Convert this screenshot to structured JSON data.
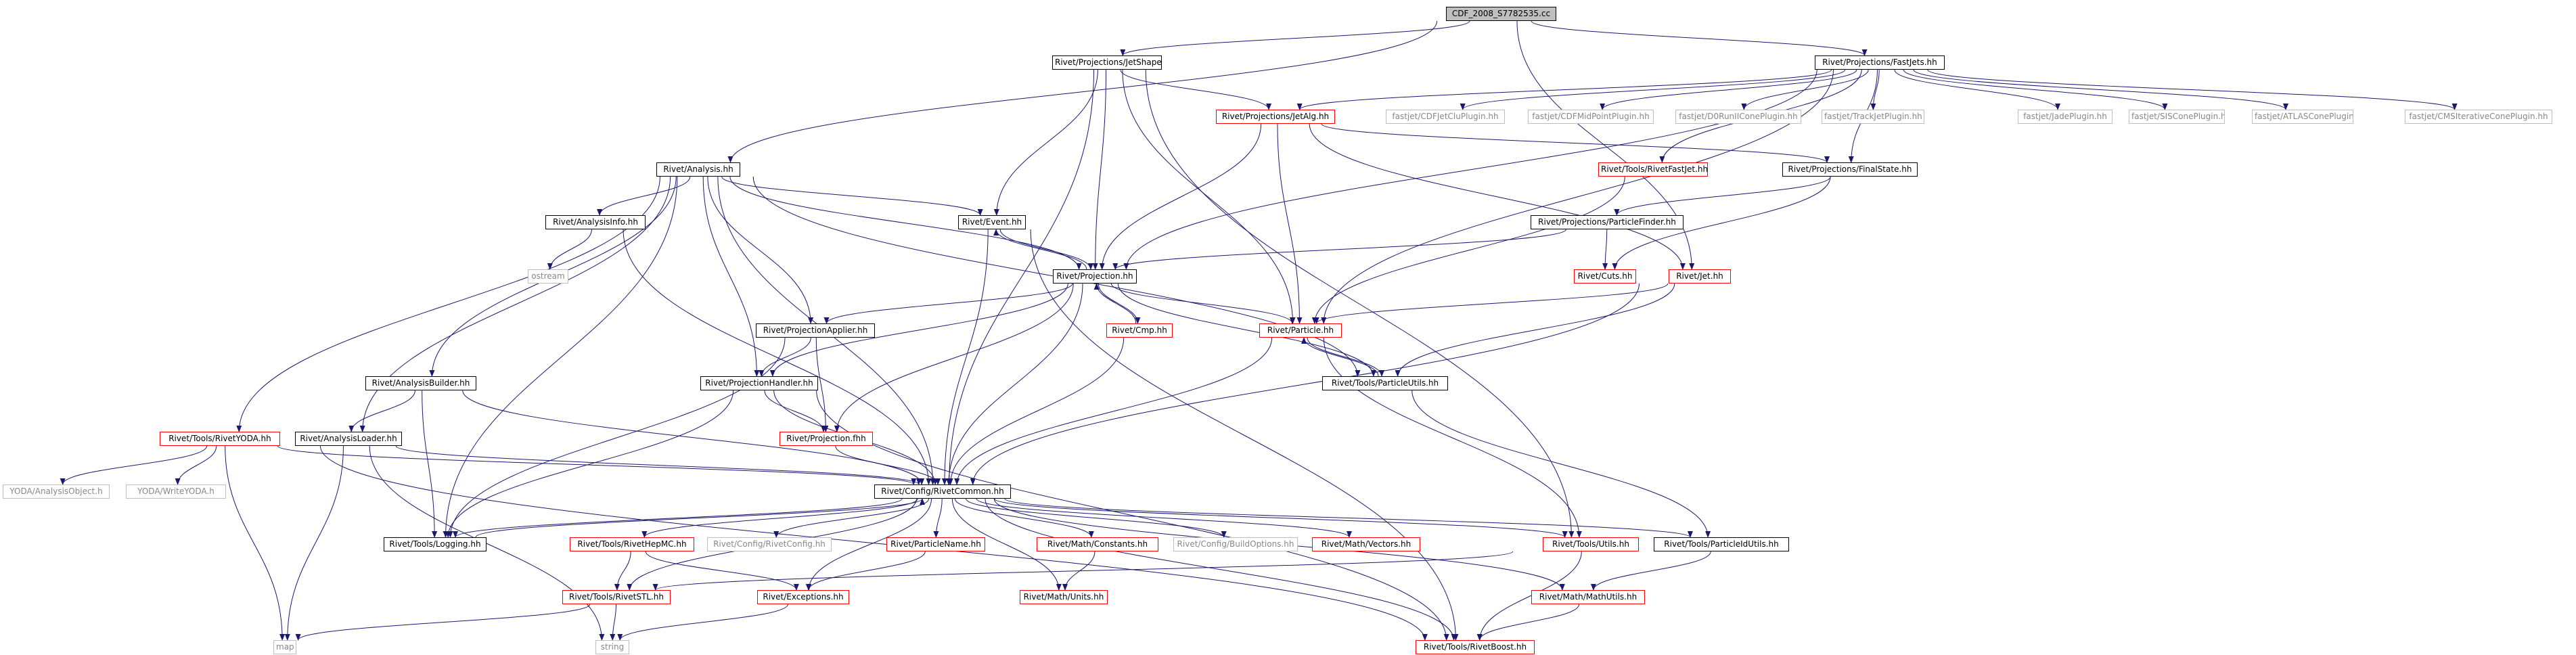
{
  "graph": {
    "edge_color": "#191970",
    "node_border_colors": {
      "normal": "#000000",
      "red": "#ff0000",
      "ext": "#bfbfbf"
    },
    "root_fill": "#bfbfbf",
    "nodes": {
      "root": {
        "label": "CDF_2008_S7782535.cc",
        "style": "root"
      },
      "jetshape": {
        "label": "Rivet/Projections/JetShape.hh",
        "style": "normal"
      },
      "fastjets": {
        "label": "Rivet/Projections/FastJets.hh",
        "style": "normal"
      },
      "jetalg": {
        "label": "Rivet/Projections/JetAlg.hh",
        "style": "red"
      },
      "cdfjetclu": {
        "label": "fastjet/CDFJetCluPlugin.hh",
        "style": "ext"
      },
      "cdfmidpoint": {
        "label": "fastjet/CDFMidPointPlugin.hh",
        "style": "ext"
      },
      "d0run2": {
        "label": "fastjet/D0RunIIConePlugin.hh",
        "style": "ext"
      },
      "trackjet": {
        "label": "fastjet/TrackJetPlugin.hh",
        "style": "ext"
      },
      "jade": {
        "label": "fastjet/JadePlugin.hh",
        "style": "ext"
      },
      "siscone": {
        "label": "fastjet/SISConePlugin.hh",
        "style": "ext"
      },
      "atlascone": {
        "label": "fastjet/ATLASConePlugin.hh",
        "style": "ext"
      },
      "cmsiter": {
        "label": "fastjet/CMSIterativeConePlugin.hh",
        "style": "ext"
      },
      "analysis": {
        "label": "Rivet/Analysis.hh",
        "style": "normal"
      },
      "rivetfastjet": {
        "label": "Rivet/Tools/RivetFastJet.hh",
        "style": "red"
      },
      "finalstate": {
        "label": "Rivet/Projections/FinalState.hh",
        "style": "normal"
      },
      "analysisinfo": {
        "label": "Rivet/AnalysisInfo.hh",
        "style": "normal"
      },
      "event": {
        "label": "Rivet/Event.hh",
        "style": "normal"
      },
      "particlefinder": {
        "label": "Rivet/Projections/ParticleFinder.hh",
        "style": "normal"
      },
      "ostream": {
        "label": "ostream",
        "style": "ext"
      },
      "projection": {
        "label": "Rivet/Projection.hh",
        "style": "normal"
      },
      "cuts": {
        "label": "Rivet/Cuts.hh",
        "style": "red"
      },
      "jet": {
        "label": "Rivet/Jet.hh",
        "style": "red"
      },
      "projapplier": {
        "label": "Rivet/ProjectionApplier.hh",
        "style": "normal"
      },
      "cmp": {
        "label": "Rivet/Cmp.hh",
        "style": "red"
      },
      "particle": {
        "label": "Rivet/Particle.hh",
        "style": "red"
      },
      "analysisbuilder": {
        "label": "Rivet/AnalysisBuilder.hh",
        "style": "normal"
      },
      "projhandler": {
        "label": "Rivet/ProjectionHandler.hh",
        "style": "normal"
      },
      "particleutils": {
        "label": "Rivet/Tools/ParticleUtils.hh",
        "style": "normal"
      },
      "rivetyoda": {
        "label": "Rivet/Tools/RivetYODA.hh",
        "style": "red"
      },
      "analysisloader": {
        "label": "Rivet/AnalysisLoader.hh",
        "style": "normal"
      },
      "projfhh": {
        "label": "Rivet/Projection.fhh",
        "style": "red"
      },
      "yodaobj": {
        "label": "YODA/AnalysisObject.h",
        "style": "ext"
      },
      "yodawrite": {
        "label": "YODA/WriteYODA.h",
        "style": "ext"
      },
      "rivetcommon": {
        "label": "Rivet/Config/RivetCommon.hh",
        "style": "normal"
      },
      "logging": {
        "label": "Rivet/Tools/Logging.hh",
        "style": "normal"
      },
      "rivethepmc": {
        "label": "Rivet/Tools/RivetHepMC.hh",
        "style": "red"
      },
      "rivetconfig": {
        "label": "Rivet/Config/RivetConfig.hh",
        "style": "ext"
      },
      "particlename": {
        "label": "Rivet/ParticleName.hh",
        "style": "red"
      },
      "mathconst": {
        "label": "Rivet/Math/Constants.hh",
        "style": "red"
      },
      "buildopts": {
        "label": "Rivet/Config/BuildOptions.hh",
        "style": "ext"
      },
      "mathvectors": {
        "label": "Rivet/Math/Vectors.hh",
        "style": "red"
      },
      "utils": {
        "label": "Rivet/Tools/Utils.hh",
        "style": "red"
      },
      "particleidutils": {
        "label": "Rivet/Tools/ParticleIdUtils.hh",
        "style": "normal"
      },
      "rivetstl": {
        "label": "Rivet/Tools/RivetSTL.hh",
        "style": "red"
      },
      "exceptions": {
        "label": "Rivet/Exceptions.hh",
        "style": "red"
      },
      "mathunits": {
        "label": "Rivet/Math/Units.hh",
        "style": "red"
      },
      "mathutils": {
        "label": "Rivet/Math/MathUtils.hh",
        "style": "red"
      },
      "map": {
        "label": "map",
        "style": "ext"
      },
      "string": {
        "label": "string",
        "style": "ext"
      },
      "rivetboost": {
        "label": "Rivet/Tools/RivetBoost.hh",
        "style": "red"
      }
    },
    "edges": [
      [
        "root",
        "jetshape"
      ],
      [
        "root",
        "fastjets"
      ],
      [
        "root",
        "analysis"
      ],
      [
        "root",
        "jet"
      ],
      [
        "jetshape",
        "jetalg"
      ],
      [
        "jetshape",
        "event"
      ],
      [
        "jetshape",
        "projection"
      ],
      [
        "jetshape",
        "particle"
      ],
      [
        "jetshape",
        "rivetcommon"
      ],
      [
        "jetshape",
        "utils"
      ],
      [
        "fastjets",
        "jetalg"
      ],
      [
        "fastjets",
        "cdfjetclu"
      ],
      [
        "fastjets",
        "cdfmidpoint"
      ],
      [
        "fastjets",
        "d0run2"
      ],
      [
        "fastjets",
        "trackjet"
      ],
      [
        "fastjets",
        "jade"
      ],
      [
        "fastjets",
        "siscone"
      ],
      [
        "fastjets",
        "atlascone"
      ],
      [
        "fastjets",
        "cmsiter"
      ],
      [
        "fastjets",
        "rivetfastjet"
      ],
      [
        "fastjets",
        "finalstate"
      ],
      [
        "fastjets",
        "projection"
      ],
      [
        "fastjets",
        "particle"
      ],
      [
        "jetalg",
        "finalstate"
      ],
      [
        "jetalg",
        "projection"
      ],
      [
        "jetalg",
        "particle"
      ],
      [
        "jetalg",
        "jet"
      ],
      [
        "analysis",
        "analysisinfo"
      ],
      [
        "analysis",
        "event"
      ],
      [
        "analysis",
        "projection"
      ],
      [
        "analysis",
        "projapplier"
      ],
      [
        "analysis",
        "projhandler"
      ],
      [
        "analysis",
        "analysisbuilder"
      ],
      [
        "analysis",
        "analysisloader"
      ],
      [
        "analysis",
        "rivetyoda"
      ],
      [
        "analysis",
        "rivetcommon"
      ],
      [
        "analysis",
        "logging"
      ],
      [
        "analysis",
        "particleutils"
      ],
      [
        "analysisinfo",
        "ostream"
      ],
      [
        "analysisinfo",
        "rivetcommon"
      ],
      [
        "event",
        "projection"
      ],
      [
        "event",
        "rivetcommon"
      ],
      [
        "event",
        "rivetboost"
      ],
      [
        "finalstate",
        "particlefinder"
      ],
      [
        "finalstate",
        "cuts"
      ],
      [
        "particlefinder",
        "projection"
      ],
      [
        "particlefinder",
        "cuts"
      ],
      [
        "projection",
        "event"
      ],
      [
        "projection",
        "projapplier"
      ],
      [
        "projection",
        "cmp"
      ],
      [
        "projection",
        "particle"
      ],
      [
        "projection",
        "projhandler"
      ],
      [
        "projection",
        "projfhh"
      ],
      [
        "projection",
        "rivetcommon"
      ],
      [
        "projection",
        "particleutils"
      ],
      [
        "cmp",
        "projection"
      ],
      [
        "cmp",
        "rivetcommon"
      ],
      [
        "jet",
        "particle"
      ],
      [
        "jet",
        "particleutils"
      ],
      [
        "jet",
        "rivetcommon"
      ],
      [
        "particle",
        "particleutils"
      ],
      [
        "particle",
        "rivetcommon"
      ],
      [
        "particle",
        "utils"
      ],
      [
        "particleutils",
        "particle"
      ],
      [
        "particleutils",
        "particleidutils"
      ],
      [
        "rivetfastjet",
        "particle"
      ],
      [
        "projapplier",
        "projhandler"
      ],
      [
        "projapplier",
        "projfhh"
      ],
      [
        "projapplier",
        "logging"
      ],
      [
        "projhandler",
        "projfhh"
      ],
      [
        "projhandler",
        "rivetcommon"
      ],
      [
        "projhandler",
        "logging"
      ],
      [
        "projhandler",
        "rivetboost"
      ],
      [
        "analysisbuilder",
        "analysisloader"
      ],
      [
        "analysisbuilder",
        "logging"
      ],
      [
        "analysisbuilder",
        "rivetcommon"
      ],
      [
        "analysisloader",
        "rivetcommon"
      ],
      [
        "analysisloader",
        "map"
      ],
      [
        "analysisloader",
        "string"
      ],
      [
        "rivetyoda",
        "yodaobj"
      ],
      [
        "rivetyoda",
        "yodawrite"
      ],
      [
        "rivetyoda",
        "rivetcommon"
      ],
      [
        "rivetyoda",
        "map"
      ],
      [
        "rivetyoda",
        "rivetboost"
      ],
      [
        "projfhh",
        "rivetcommon"
      ],
      [
        "rivetcommon",
        "logging"
      ],
      [
        "rivetcommon",
        "rivethepmc"
      ],
      [
        "rivetcommon",
        "rivetconfig"
      ],
      [
        "rivetcommon",
        "particlename"
      ],
      [
        "rivetcommon",
        "mathconst"
      ],
      [
        "rivetcommon",
        "buildopts"
      ],
      [
        "rivetcommon",
        "mathvectors"
      ],
      [
        "rivetcommon",
        "utils"
      ],
      [
        "rivetcommon",
        "particleidutils"
      ],
      [
        "rivetcommon",
        "rivetstl"
      ],
      [
        "rivetcommon",
        "exceptions"
      ],
      [
        "rivetcommon",
        "mathunits"
      ],
      [
        "rivetcommon",
        "mathutils"
      ],
      [
        "rivetcommon",
        "rivetboost"
      ],
      [
        "logging",
        "rivetcommon"
      ],
      [
        "rivethepmc",
        "rivetstl"
      ],
      [
        "rivethepmc",
        "exceptions"
      ],
      [
        "particlename",
        "exceptions"
      ],
      [
        "mathconst",
        "mathunits"
      ],
      [
        "utils",
        "rivetstl"
      ],
      [
        "utils",
        "rivetboost"
      ],
      [
        "particleidutils",
        "mathutils"
      ],
      [
        "rivetstl",
        "map"
      ],
      [
        "rivetstl",
        "string"
      ],
      [
        "exceptions",
        "string"
      ],
      [
        "mathutils",
        "rivetboost"
      ]
    ]
  }
}
